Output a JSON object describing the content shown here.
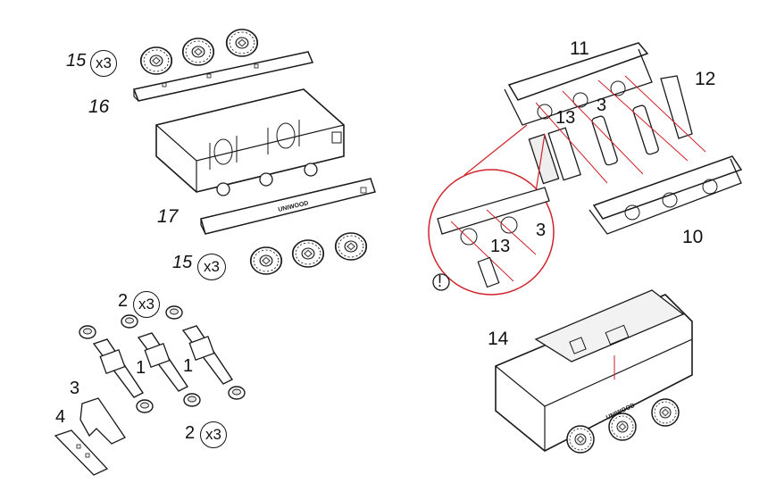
{
  "brand": "UNIWOOD",
  "colors": {
    "line": "#1a1a1a",
    "accent": "#d0222a",
    "fill": "#ffffff",
    "shade": "#e6e6e6"
  },
  "labels": {
    "qty_15_top": "15",
    "x3_top": "x3",
    "part_16": "16",
    "part_17": "17",
    "qty_15_bottom": "15",
    "x3_bottom": "x3",
    "part_11": "11",
    "part_12": "12",
    "part_13": "13",
    "part_3_top": "3",
    "part_10": "10",
    "zoom_13": "13",
    "zoom_3": "3",
    "warning": "!",
    "qty_2_top": "2",
    "x3_mid": "x3",
    "part_1_left": "1",
    "part_1_right": "1",
    "part_3_bottom": "3",
    "part_4": "4",
    "qty_2_bottom": "2",
    "x3_lower": "x3",
    "part_14": "14"
  },
  "icons": [
    "wheel-icon",
    "axle-icon",
    "warning-icon",
    "magnifier-callout-icon"
  ]
}
